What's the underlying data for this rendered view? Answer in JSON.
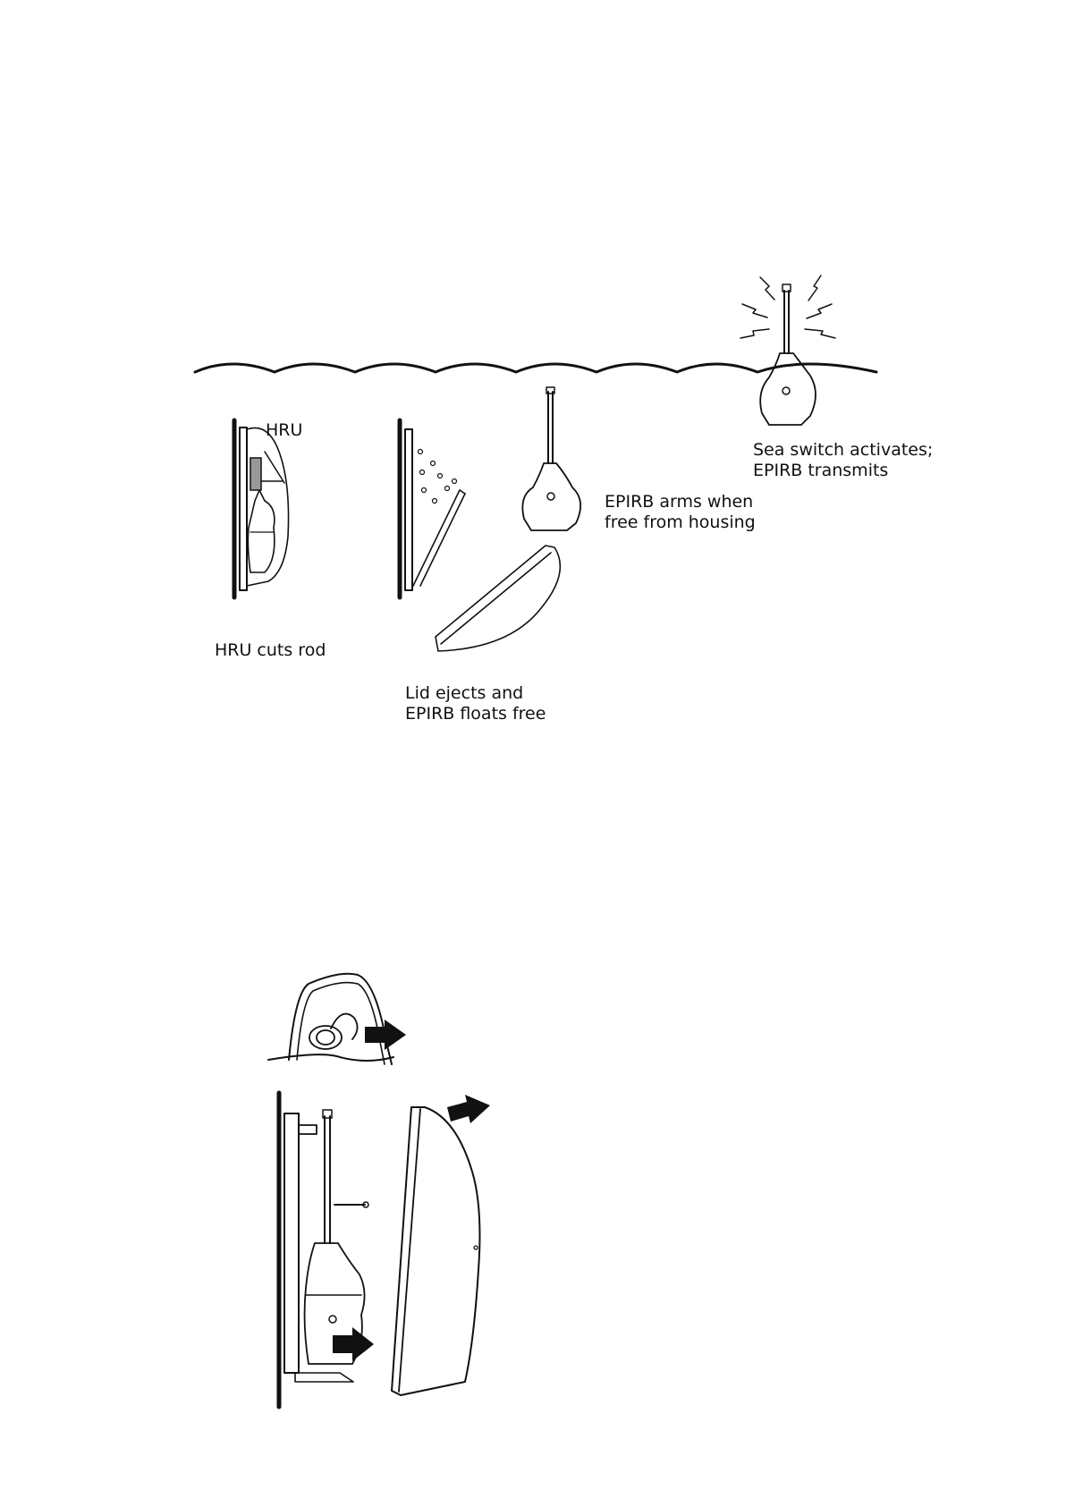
{
  "top_figure": {
    "labels": {
      "hru": "HRU",
      "hru_cuts_rod": "HRU cuts rod",
      "lid_ejects": [
        "Lid ejects and",
        "EPIRB floats free"
      ],
      "epirb_arms": [
        "EPIRB arms when",
        "free from housing"
      ],
      "sea_switch": [
        "Sea switch activates;",
        "EPIRB transmits"
      ]
    }
  },
  "colors": {
    "ink": "#111111",
    "paper": "#ffffff"
  }
}
